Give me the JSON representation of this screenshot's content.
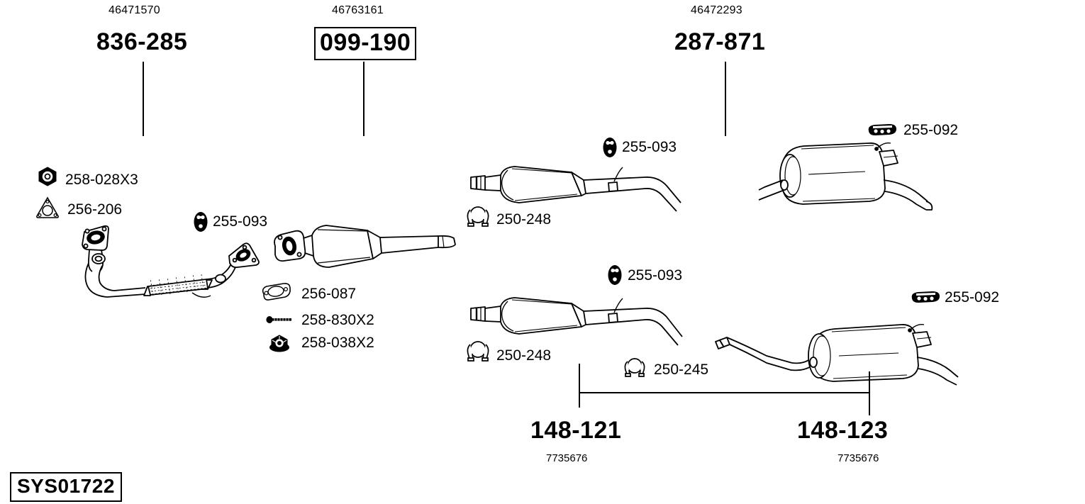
{
  "diagram": {
    "system_code": "SYS01722",
    "title_groups": [
      {
        "oem": "46471570",
        "ref": "836-285",
        "boxed": false
      },
      {
        "oem": "46763161",
        "ref": "099-190",
        "boxed": true
      },
      {
        "oem": "46472293",
        "ref": "287-871",
        "boxed": false
      }
    ],
    "bottom_groups": [
      {
        "ref": "148-121",
        "oem": "7735676"
      },
      {
        "ref": "148-123",
        "oem": "7735676"
      }
    ],
    "parts": [
      {
        "code": "258-028X3",
        "icon": "hex-nut-icon"
      },
      {
        "code": "256-206",
        "icon": "triangular-gasket-icon"
      },
      {
        "code": "255-093",
        "icon": "rubber-hanger-oval-icon"
      },
      {
        "code": "256-087",
        "icon": "oval-gasket-icon"
      },
      {
        "code": "258-830X2",
        "icon": "bolt-stud-icon"
      },
      {
        "code": "258-038X2",
        "icon": "flange-nut-icon"
      },
      {
        "code": "250-248",
        "icon": "u-bolt-clamp-icon"
      },
      {
        "code": "255-092",
        "icon": "rubber-hanger-flat-icon"
      },
      {
        "code": "250-245",
        "icon": "u-bolt-clamp-icon"
      }
    ],
    "components": [
      {
        "name": "front-pipe-with-flex"
      },
      {
        "name": "catalytic-converter"
      },
      {
        "name": "centre-silencer-upper"
      },
      {
        "name": "rear-muffler-upper"
      },
      {
        "name": "centre-silencer-lower"
      },
      {
        "name": "rear-muffler-lower"
      }
    ]
  },
  "labels": {
    "p_258_028x3": "258-028X3",
    "p_256_206": "256-206",
    "p_255_093_a": "255-093",
    "p_255_093_b": "255-093",
    "p_255_093_c": "255-093",
    "p_256_087": "256-087",
    "p_258_830x2": "258-830X2",
    "p_258_038x2": "258-038X2",
    "p_250_248_a": "250-248",
    "p_250_248_b": "250-248",
    "p_250_245": "250-245",
    "p_255_092_a": "255-092",
    "p_255_092_b": "255-092"
  },
  "colors": {
    "ink": "#000000",
    "paper": "#ffffff"
  }
}
